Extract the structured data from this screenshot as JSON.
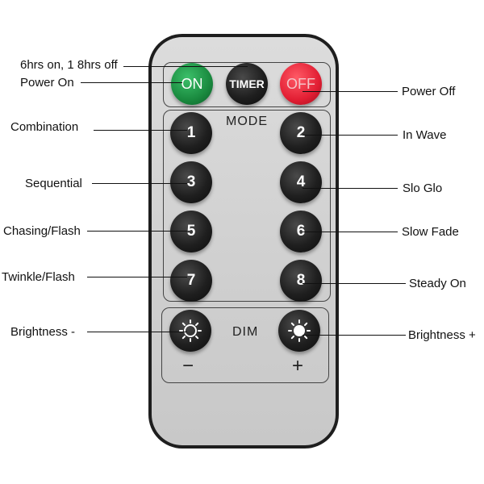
{
  "remote": {
    "buttons": {
      "on": "ON",
      "timer": "TIMER",
      "off": "OFF",
      "b1": "1",
      "b2": "2",
      "b3": "3",
      "b4": "4",
      "b5": "5",
      "b6": "6",
      "b7": "7",
      "b8": "8"
    },
    "mode_title": "MODE",
    "dim_title": "DIM",
    "minus": "−",
    "plus": "+"
  },
  "labels": {
    "timer": "6hrs on, 1 8hrs off",
    "power_on": "Power On",
    "power_off": "Power Off",
    "combination": "Combination",
    "in_wave": "In Wave",
    "sequential": "Sequential",
    "slo_glo": "Slo Glo",
    "chasing_flash": "Chasing/Flash",
    "slow_fade": "Slow Fade",
    "twinkle_flash": "Twinkle/Flash",
    "steady_on": "Steady On",
    "brightness_minus": "Brightness -",
    "brightness_plus": "Brightness +"
  },
  "colors": {
    "on_button": "#1a8a3f",
    "off_button": "#e21e33",
    "number_button": "#1f1f1f",
    "remote_body": "#d6d6d6"
  }
}
